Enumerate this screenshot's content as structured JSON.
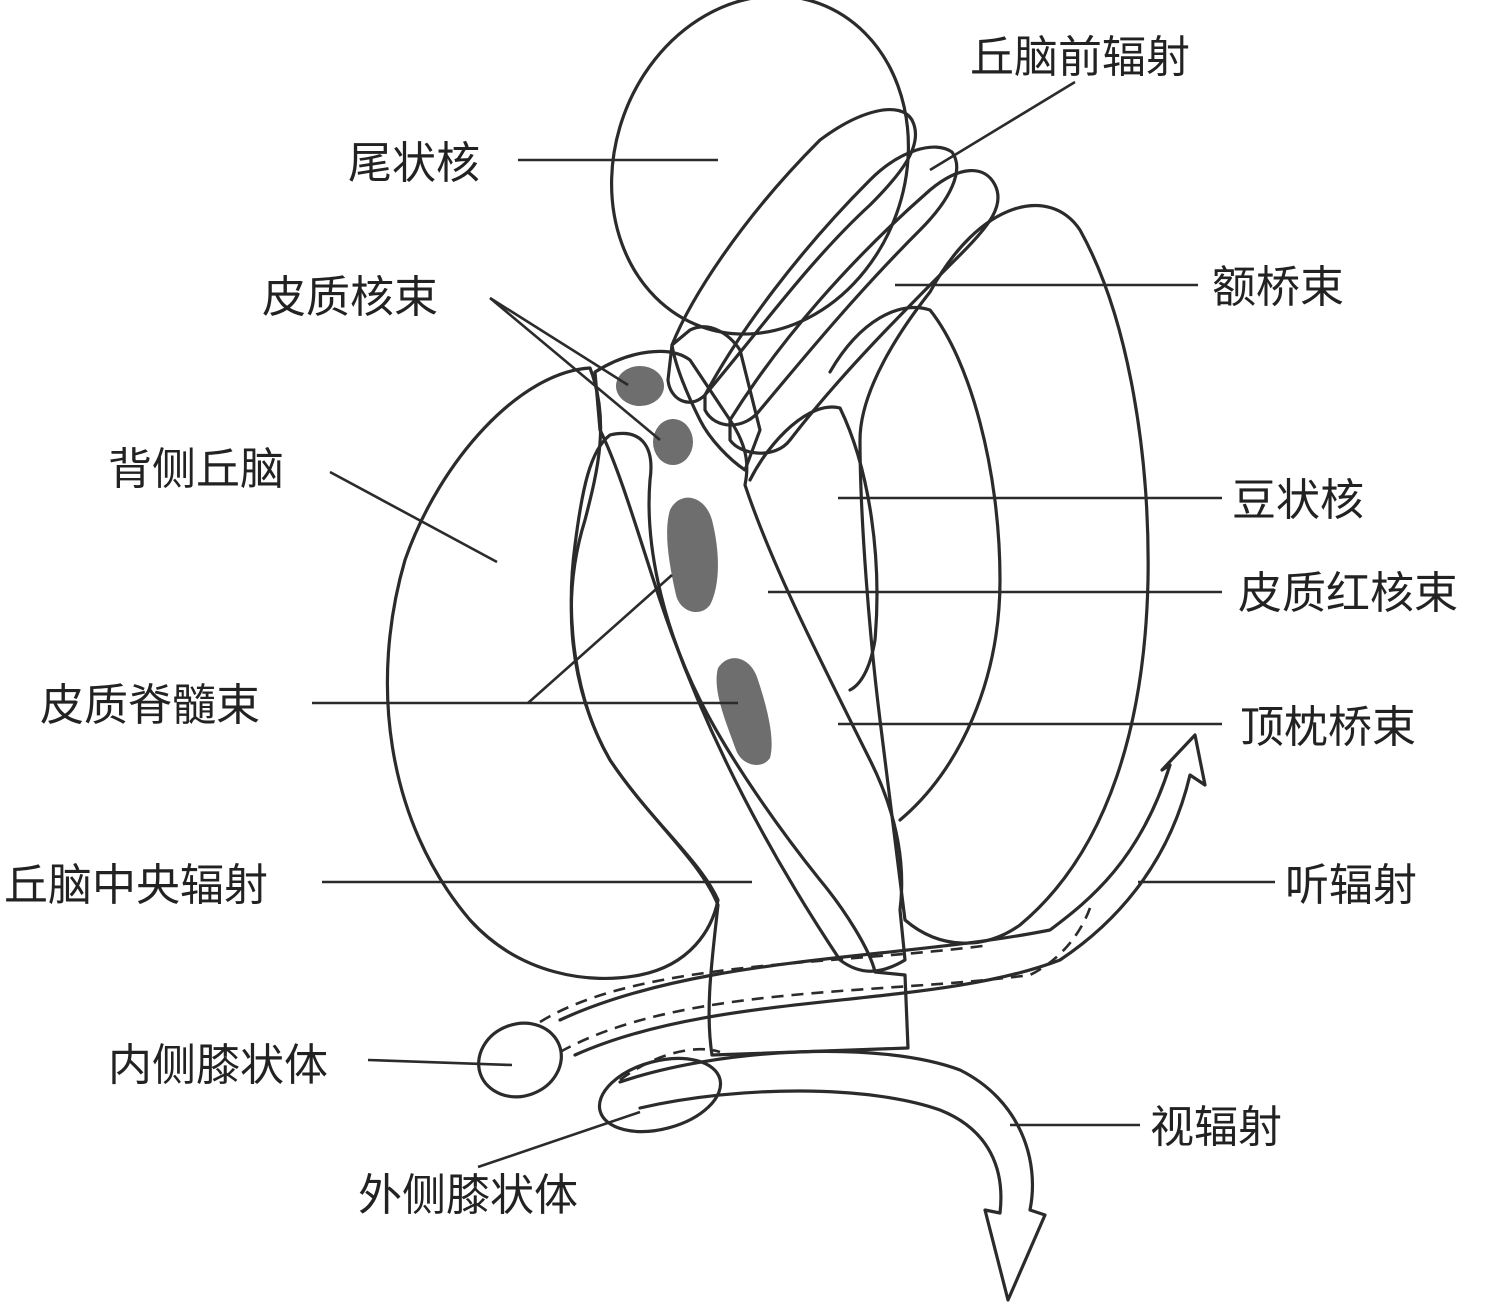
{
  "labels": {
    "caudate_nucleus": "尾状核",
    "anterior_thalamic_radiation": "丘脑前辐射",
    "corticonuclear_tract": "皮质核束",
    "frontopontine_tract": "额桥束",
    "dorsal_thalamus": "背侧丘脑",
    "lentiform_nucleus": "豆状核",
    "corticorubral_tract": "皮质红核束",
    "corticospinal_tract": "皮质脊髓束",
    "parieto_occipito_pontine_tract": "顶枕桥束",
    "central_thalamic_radiation": "丘脑中央辐射",
    "acoustic_radiation": "听辐射",
    "medial_geniculate_body": "内侧膝状体",
    "optic_radiation": "视辐射",
    "lateral_geniculate_body": "外侧膝状体"
  },
  "colors": {
    "outline": "#2b2b2b",
    "light_fill": "#e8e8e8",
    "medium_fill": "#cdcdcd",
    "band_fill": "#c8c8c8",
    "dark_fill": "#6e6e6e",
    "white_fill": "#ffffff"
  }
}
